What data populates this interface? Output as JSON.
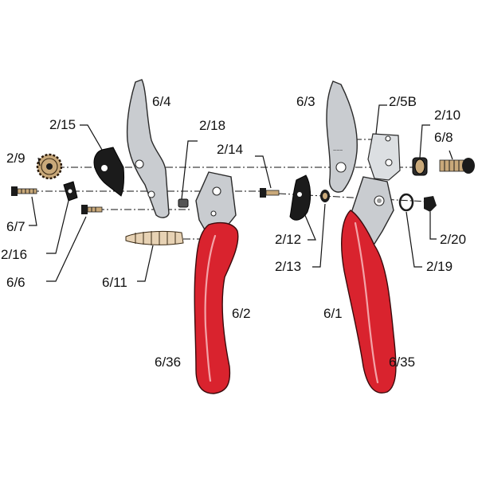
{
  "labels": {
    "p6_4": "6/4",
    "p2_15": "2/15",
    "p2_18": "2/18",
    "p2_9": "2/9",
    "p2_14": "2/14",
    "p6_7": "6/7",
    "p2_16": "2/16",
    "p6_6": "6/6",
    "p6_11": "6/11",
    "p6_2": "6/2",
    "p6_36": "6/36",
    "p6_3": "6/3",
    "p2_5B": "2/5B",
    "p2_10": "2/10",
    "p6_8": "6/8",
    "p2_12": "2/12",
    "p2_13": "2/13",
    "p2_20": "2/20",
    "p2_19": "2/19",
    "p6_1": "6/1",
    "p6_35": "6/35"
  },
  "colors": {
    "handle_red": "#d9232e",
    "blade_metal": "#c9ccd0",
    "black_parts": "#1b1b1b",
    "line": "#111111"
  }
}
